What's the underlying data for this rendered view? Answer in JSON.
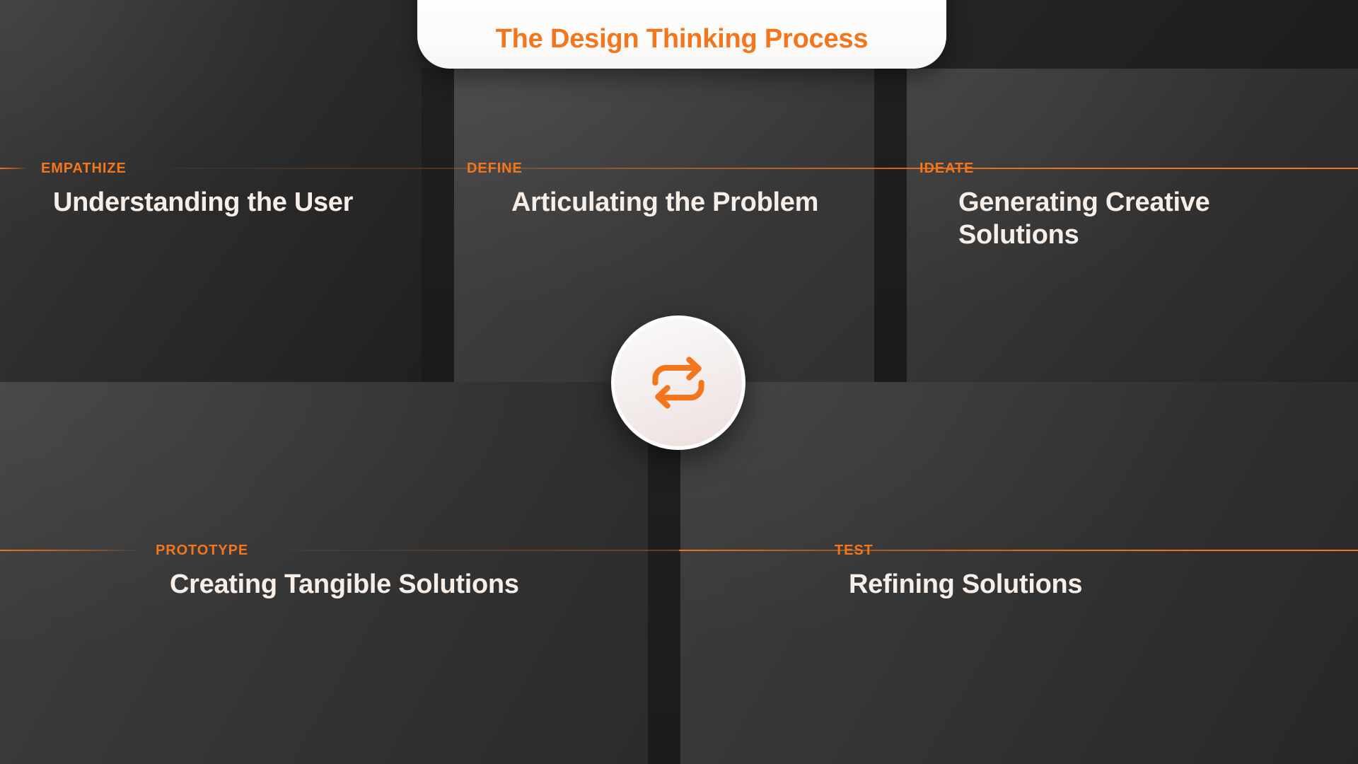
{
  "title": {
    "text": "The Design Thinking Process"
  },
  "colors": {
    "accent": "#F4761C",
    "headline": "#F7EEE8",
    "pill_bg": "#FFFFFF",
    "page_bg": "#1D1D1D",
    "badge_bg": "#F4EFEE"
  },
  "center_badge": {
    "icon": "repeat-cycle-icon",
    "icon_color": "#F4761C"
  },
  "stages": [
    {
      "id": "empathize",
      "kicker": "EMPATHIZE",
      "headline": "Understanding the User"
    },
    {
      "id": "define",
      "kicker": "DEFINE",
      "headline": "Articulating the Problem"
    },
    {
      "id": "ideate",
      "kicker": "IDEATE",
      "headline": "Generating Creative Solutions"
    },
    {
      "id": "prototype",
      "kicker": "PROTOTYPE",
      "headline": "Creating Tangible Solutions"
    },
    {
      "id": "test",
      "kicker": "TEST",
      "headline": "Refining Solutions"
    }
  ]
}
